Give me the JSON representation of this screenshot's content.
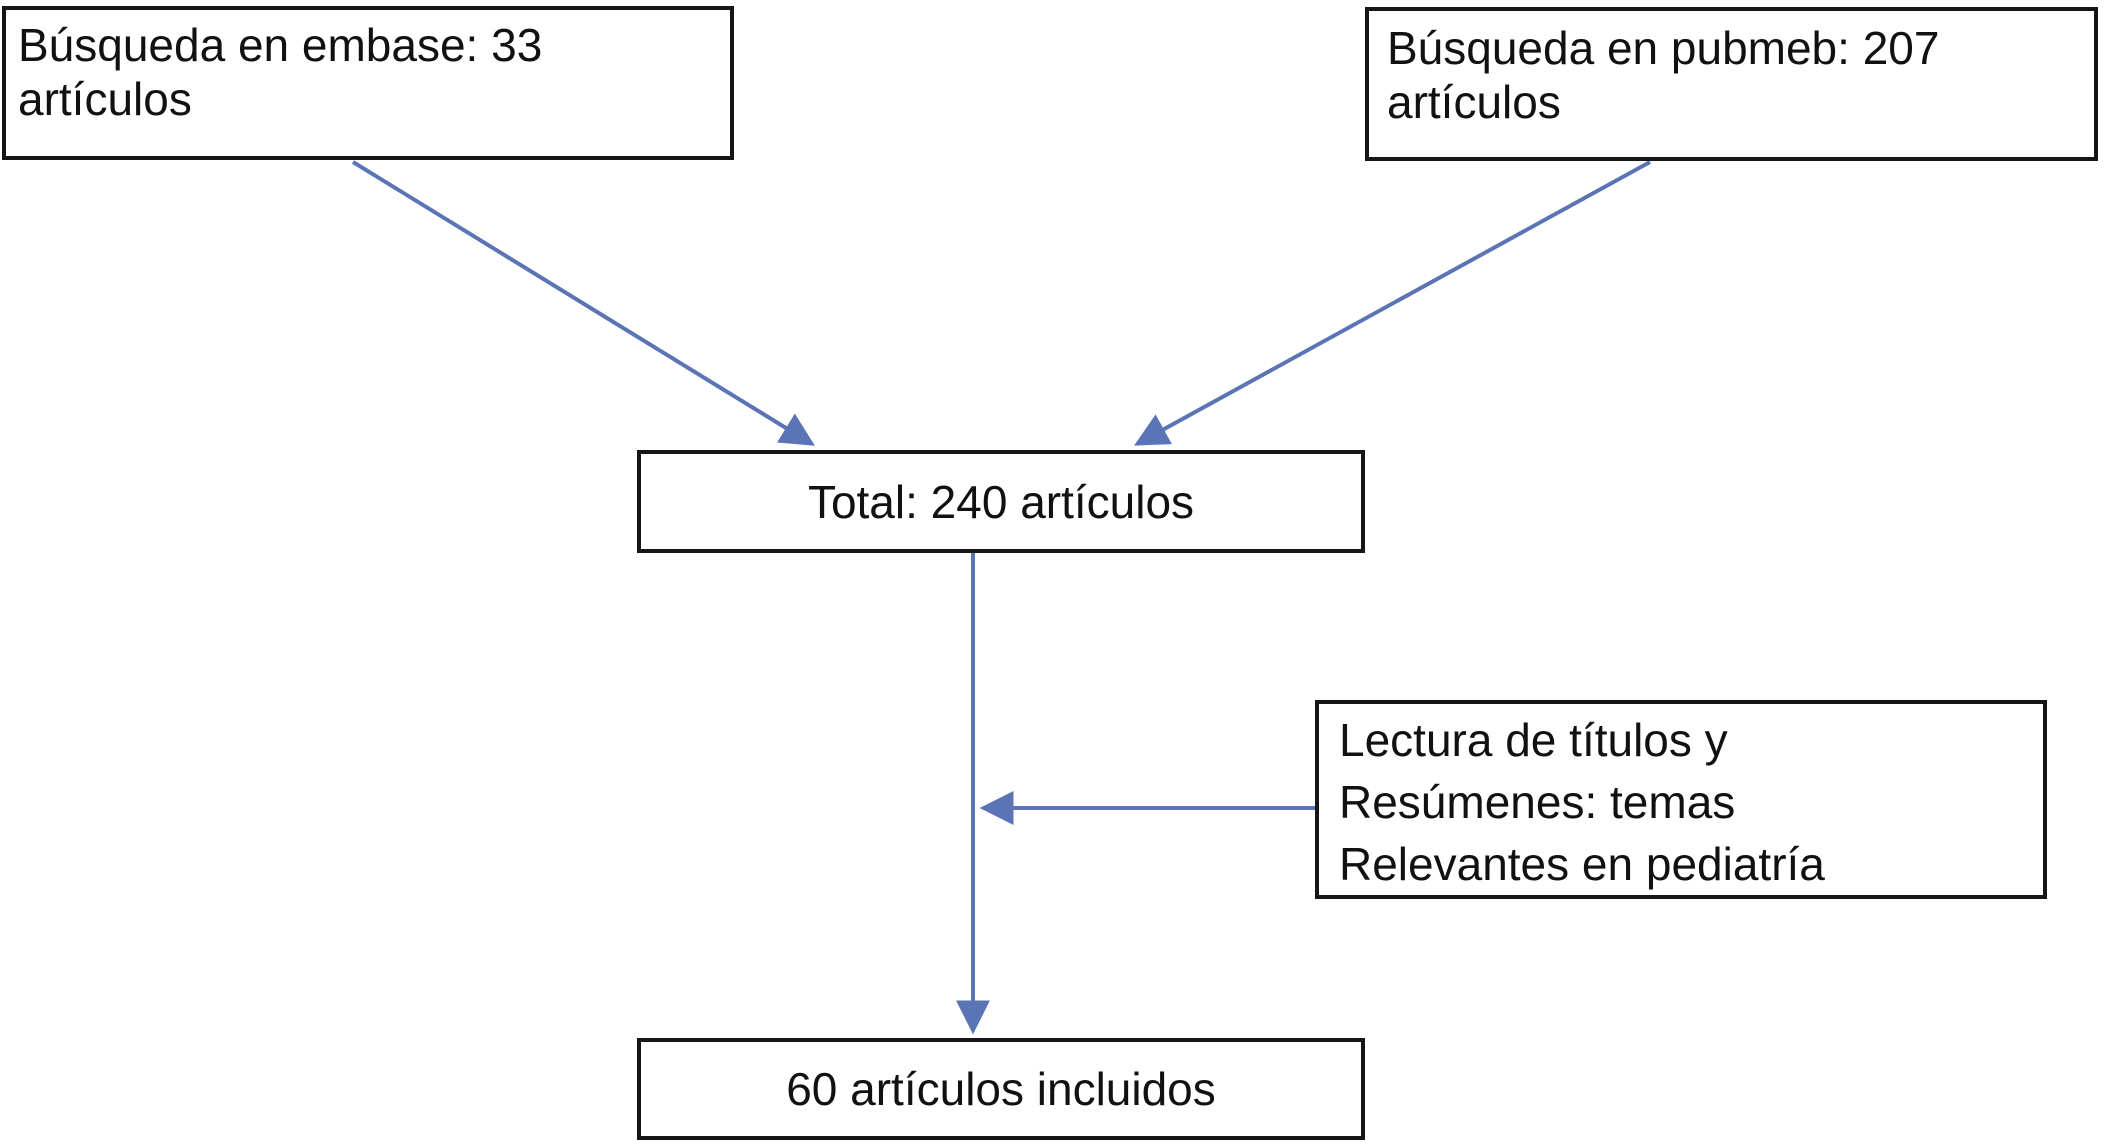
{
  "diagram": {
    "type": "flowchart",
    "language": "es",
    "colors": {
      "arrow": "#5B74B5",
      "box_border": "#161616",
      "box_fill": "#FFFFFF",
      "text": "#111111",
      "background": "#FFFFFF"
    },
    "nodes": {
      "embase": {
        "lines": [
          "Búsqueda en embase: 33",
          "artículos"
        ],
        "full_text": "Búsqueda en embase: 33 artículos"
      },
      "pubmed": {
        "lines": [
          "Búsqueda en pubmeb: 207",
          "artículos"
        ],
        "full_text": "Búsqueda en pubmeb: 207 artículos"
      },
      "total": {
        "label": "Total: 240 artículos"
      },
      "filter": {
        "lines": [
          "Lectura de títulos y",
          "Resúmenes: temas",
          "Relevantes en pediatría"
        ],
        "full_text": "Lectura de títulos y Resúmenes: temas Relevantes en pediatría"
      },
      "included": {
        "label": "60 artículos incluidos"
      }
    },
    "edges": [
      {
        "from": "embase",
        "to": "total",
        "style": "diagonal-arrow"
      },
      {
        "from": "pubmed",
        "to": "total",
        "style": "diagonal-arrow"
      },
      {
        "from": "total",
        "to": "included",
        "style": "vertical-arrow"
      },
      {
        "from": "filter",
        "to": "total-included-arrow",
        "style": "horizontal-arrow"
      }
    ]
  }
}
